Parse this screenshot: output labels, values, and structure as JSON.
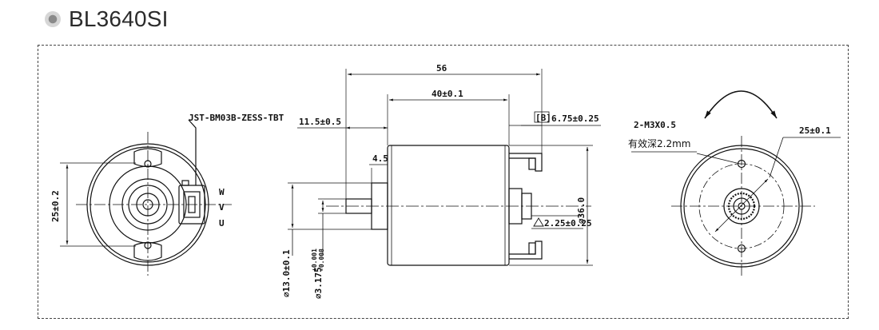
{
  "header": {
    "title": "BL3640SI",
    "bullet_icon": "circle-bullet-icon"
  },
  "colors": {
    "line": "#111111",
    "frame": "#444444",
    "title": "#2b2b2b"
  },
  "drawing": {
    "left_view": {
      "connector_label": "JST-BM03B-ZESS-TBT",
      "dim_vertical": "25±0.2",
      "pins": [
        "W",
        "V",
        "U"
      ]
    },
    "side_view": {
      "dim_total_length": "56",
      "dim_body_length": "40±0.1",
      "dim_shaft_length": "11.5±0.5",
      "dim_boss": "4.5",
      "dim_b_tag": "[B]",
      "dim_b_value": "6.75±0.25",
      "dim_diameter": "⌀36.0",
      "dim_runout": "2.25±0.25",
      "dim_boss_dia": "⌀13.0±0.1",
      "dim_shaft_dia": "⌀3.175",
      "dim_shaft_tol_upper": "+0.001",
      "dim_shaft_tol_lower": "-0.008"
    },
    "right_view": {
      "hole_spec": "2-M3X0.5",
      "hole_depth": "有效深2.2mm",
      "dim_pcd": "25±0.1",
      "rotation_icon": "bidirectional-rotation-arrow-icon"
    }
  }
}
